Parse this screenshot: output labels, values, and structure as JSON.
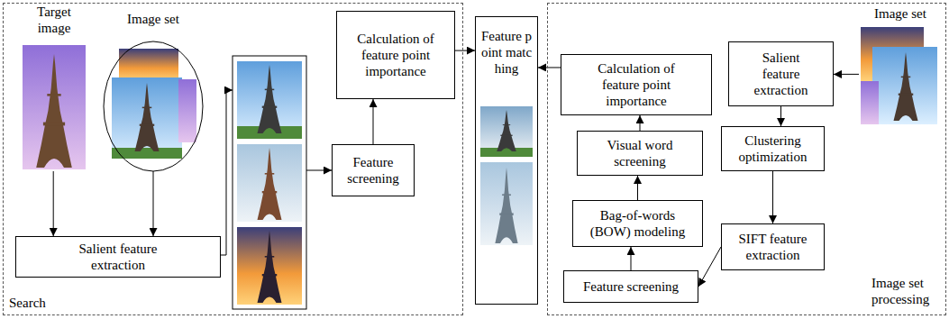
{
  "diagram": {
    "nodes": [
      {
        "text": [
          "Search"
        ]
      },
      {
        "text": [
          "Target image"
        ],
        "in": 0
      },
      {
        "text": [
          "Image set"
        ],
        "in": 0
      },
      {
        "text": [
          "Calculation of feature point importance"
        ],
        "in": 0
      },
      {
        "text": [
          "Feature screening"
        ],
        "in": 0
      },
      {
        "text": [
          "Salient feature extraction"
        ],
        "in": 0
      },
      {
        "text": [
          "Feature point matching"
        ]
      },
      {
        "text": [
          "Image set processing"
        ]
      },
      {
        "text": [
          "Calculation of feature point importance"
        ],
        "in": 7
      },
      {
        "text": [
          "Image set"
        ],
        "in": 7
      },
      {
        "text": [
          "Salient feature extraction"
        ],
        "in": 7
      },
      {
        "text": [
          "Visual word screening"
        ],
        "in": 7
      },
      {
        "text": [
          "Clustering optimization"
        ],
        "in": 7
      },
      {
        "text": [
          "Bag-of-words (BOW) modeling"
        ],
        "in": 7
      },
      {
        "text": [
          "SIFT feature extraction"
        ],
        "in": 7
      },
      {
        "text": [
          "Feature screening"
        ],
        "in": 7
      }
    ],
    "edges": [
      {
        "from": 1,
        "to": 5,
        "arrow": "to"
      },
      {
        "from": 2,
        "to": 5,
        "arrow": "to"
      },
      {
        "from": 4,
        "to": 3,
        "arrow": "to"
      },
      {
        "from": 3,
        "to": 6,
        "arrow": "to"
      },
      {
        "from": 9,
        "to": 10,
        "arrow": "to"
      },
      {
        "from": 10,
        "to": 12,
        "arrow": "to"
      },
      {
        "from": 12,
        "to": 14,
        "arrow": "to"
      },
      {
        "from": 14,
        "to": 15,
        "arrow": "to"
      },
      {
        "from": 15,
        "to": 13,
        "arrow": "to"
      },
      {
        "from": 13,
        "to": 11,
        "arrow": "to"
      },
      {
        "from": 11,
        "to": 8,
        "arrow": "to"
      },
      {
        "from": 8,
        "to": 6,
        "arrow": "to"
      }
    ]
  }
}
